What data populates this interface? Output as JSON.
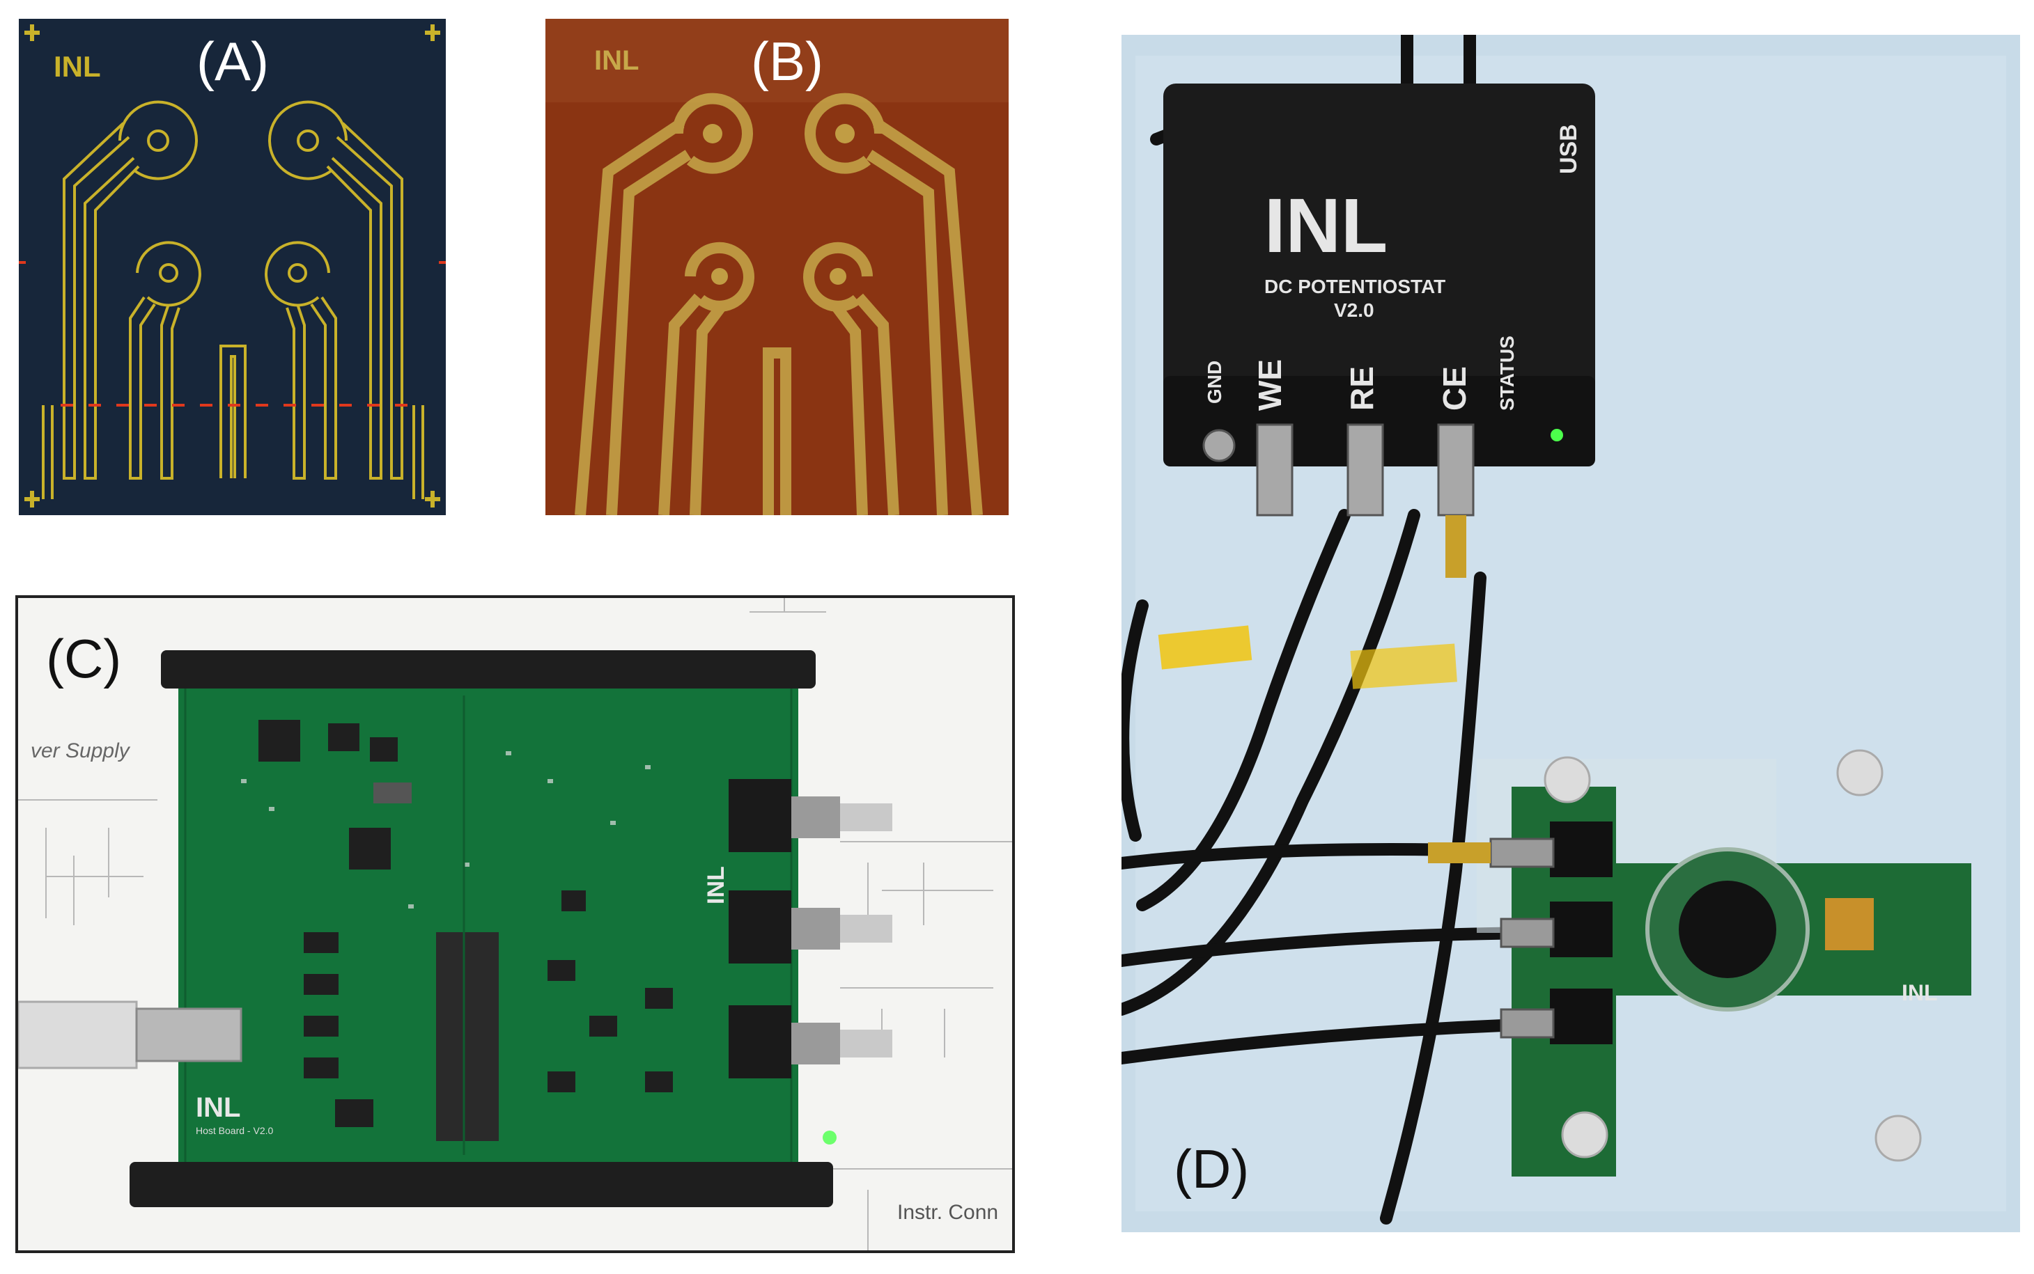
{
  "panels": {
    "a": {
      "label": "(A)",
      "logo": "INL"
    },
    "b": {
      "label": "(B)",
      "logo": "INL"
    },
    "c": {
      "label": "(C)",
      "schematic_texts": [
        "ver Supply",
        "Instr. Conn"
      ],
      "board_logo": "INL",
      "board_caption": "Host Board - V2.0"
    },
    "d": {
      "label": "(D)",
      "device": {
        "logo": "INL",
        "model": "DC POTENTIOSTAT",
        "version": "V2.0",
        "usb_label": "USB",
        "ports": [
          "GND",
          "WE",
          "RE",
          "CE",
          "STATUS"
        ]
      },
      "adapter_logo": "INL"
    }
  },
  "colors": {
    "design_bg": "#17263a",
    "design_trace": "#c9b22a",
    "design_marker": "#e0381c",
    "substrate": "#8a3412",
    "gold": "#c7a84a",
    "pcb_green": "#13733a",
    "device_black": "#1b1b1b",
    "cloth_blue": "#c8dbe8"
  }
}
